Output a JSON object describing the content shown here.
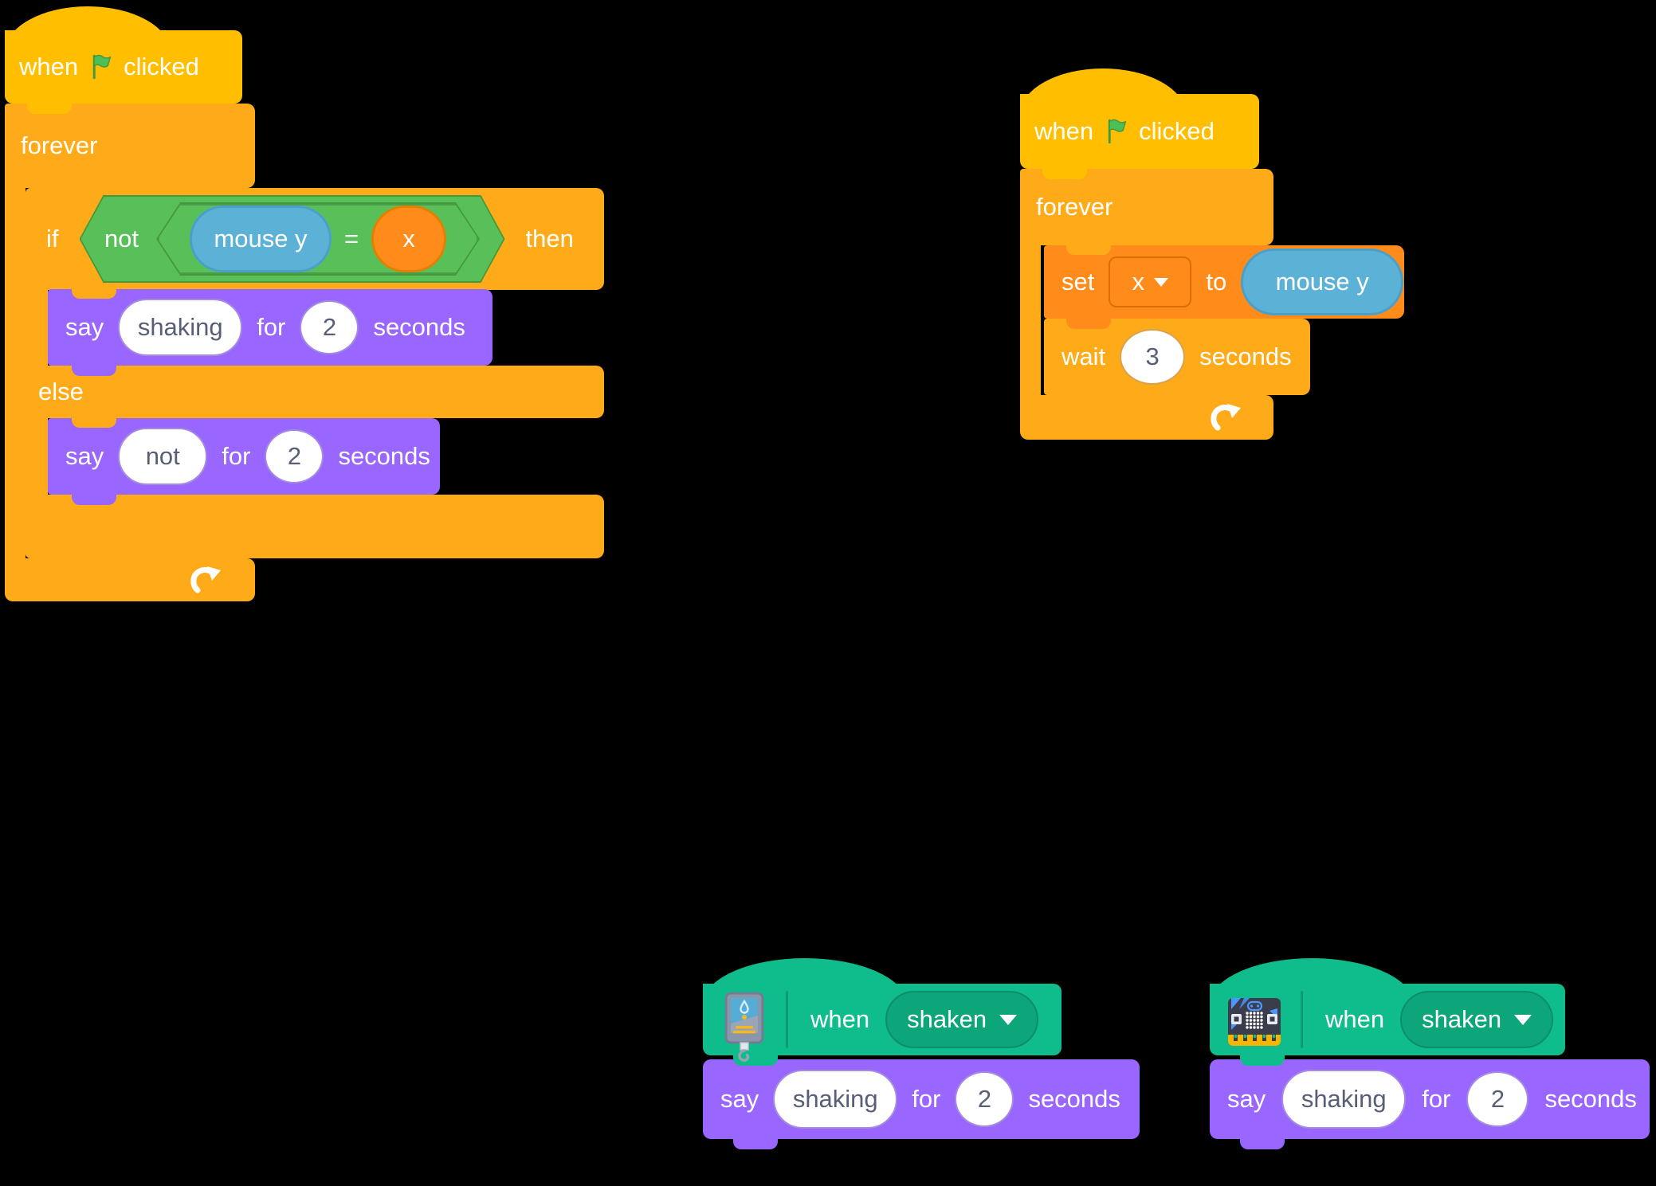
{
  "workspace": {
    "background": "#000000"
  },
  "palette": {
    "events_yellow": "#FFBF00",
    "control_orange": "#FFAB19",
    "variables_orange": "#FF8C1A",
    "operators_green": "#59C059",
    "sensing_blue": "#5CB1D6",
    "looks_purple": "#9966FF",
    "extension_teal": "#0FBD8C",
    "input_text": "#575E75"
  },
  "icons": {
    "flag": "green-flag-icon",
    "loop": "loop-arrow-icon",
    "dropdown": "dropdown-arrow-icon",
    "force_sensor": "force-sensor-icon",
    "microbit": "microbit-icon"
  },
  "s1": {
    "when": "when",
    "clicked": "clicked",
    "forever": "forever",
    "if": "if",
    "not": "not",
    "eq_left": "mouse y",
    "eq_op": "=",
    "eq_right": "x",
    "then": "then",
    "say_label": "say",
    "say_msg": "shaking",
    "for_label": "for",
    "say_secs": "2",
    "seconds_label": "seconds",
    "else": "else",
    "say2_label": "say",
    "say2_msg": "not",
    "for2_label": "for",
    "say2_secs": "2",
    "seconds2_label": "seconds"
  },
  "s2": {
    "when": "when",
    "clicked": "clicked",
    "forever": "forever",
    "set": "set",
    "variable": "x",
    "to": "to",
    "value": "mouse y",
    "wait": "wait",
    "wait_secs": "3",
    "seconds_label": "seconds"
  },
  "s3": {
    "when": "when",
    "event": "shaken",
    "say_label": "say",
    "say_msg": "shaking",
    "for_label": "for",
    "say_secs": "2",
    "seconds_label": "seconds"
  },
  "s4": {
    "when": "when",
    "event": "shaken",
    "say_label": "say",
    "say_msg": "shaking",
    "for_label": "for",
    "say_secs": "2",
    "seconds_label": "seconds"
  }
}
